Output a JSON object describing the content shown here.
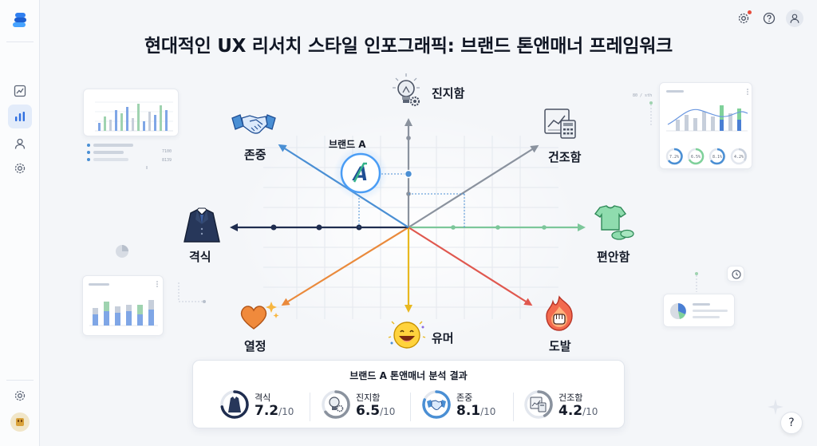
{
  "title": "현대적인 UX 리서치 스타일 인포그래픽: 브랜드 톤앤매너 프레임워크",
  "sidebar": {
    "items": [
      {
        "name": "trend-chart-icon",
        "active": false
      },
      {
        "name": "bar-chart-icon",
        "active": true
      },
      {
        "name": "user-icon",
        "active": false
      },
      {
        "name": "gear-icon",
        "active": false
      }
    ],
    "footer_icon": "gear-icon",
    "avatar_icon": "avatar"
  },
  "topbar": {
    "icons": [
      "gear-icon",
      "help-icon",
      "user-icon"
    ],
    "notification_color": "#e74c3c"
  },
  "diagram": {
    "brand_label": "브랜드 A",
    "brand_logo_text": "A",
    "axes": [
      {
        "key": "truth",
        "label": "진지함",
        "icon": "lightbulb-gear-icon",
        "color": "#8a929e"
      },
      {
        "key": "dry",
        "label": "건조함",
        "icon": "calculator-chart-icon",
        "color": "#8a929e"
      },
      {
        "key": "comfort",
        "label": "편안함",
        "icon": "tshirt-slippers-icon",
        "color": "#7cc79a"
      },
      {
        "key": "provoke",
        "label": "도발",
        "icon": "fire-fist-icon",
        "color": "#e0584f"
      },
      {
        "key": "humor",
        "label": "유머",
        "icon": "smile-face-icon",
        "color": "#e8b820"
      },
      {
        "key": "passion",
        "label": "열정",
        "icon": "heart-sparkle-icon",
        "color": "#ea8a3c"
      },
      {
        "key": "formal",
        "label": "격식",
        "icon": "suit-icon",
        "color": "#1f2d4f"
      },
      {
        "key": "respect",
        "label": "존중",
        "icon": "handshake-icon",
        "color": "#4a8fd4"
      }
    ]
  },
  "decor": {
    "top_right_caption": "80 / sth",
    "left_card_numbers": [
      "7100",
      "8139"
    ],
    "donut_values": [
      "7.2%",
      "6.5%",
      "8.1%",
      "4.2%"
    ]
  },
  "results": {
    "title": "브랜드 A 톤앤매너 분석 결과",
    "max_label": "/10",
    "metrics": [
      {
        "label": "격식",
        "value": "7.2",
        "score": 7.2,
        "icon": "suit-icon",
        "color": "#1f2d4f"
      },
      {
        "label": "진지함",
        "value": "6.5",
        "score": 6.5,
        "icon": "lightbulb-icon",
        "color": "#8a929e"
      },
      {
        "label": "존중",
        "value": "8.1",
        "score": 8.1,
        "icon": "handshake-icon",
        "color": "#4a8fd4"
      },
      {
        "label": "건조함",
        "value": "4.2",
        "score": 4.2,
        "icon": "calculator-icon",
        "color": "#8a929e"
      }
    ]
  },
  "help_label": "?"
}
